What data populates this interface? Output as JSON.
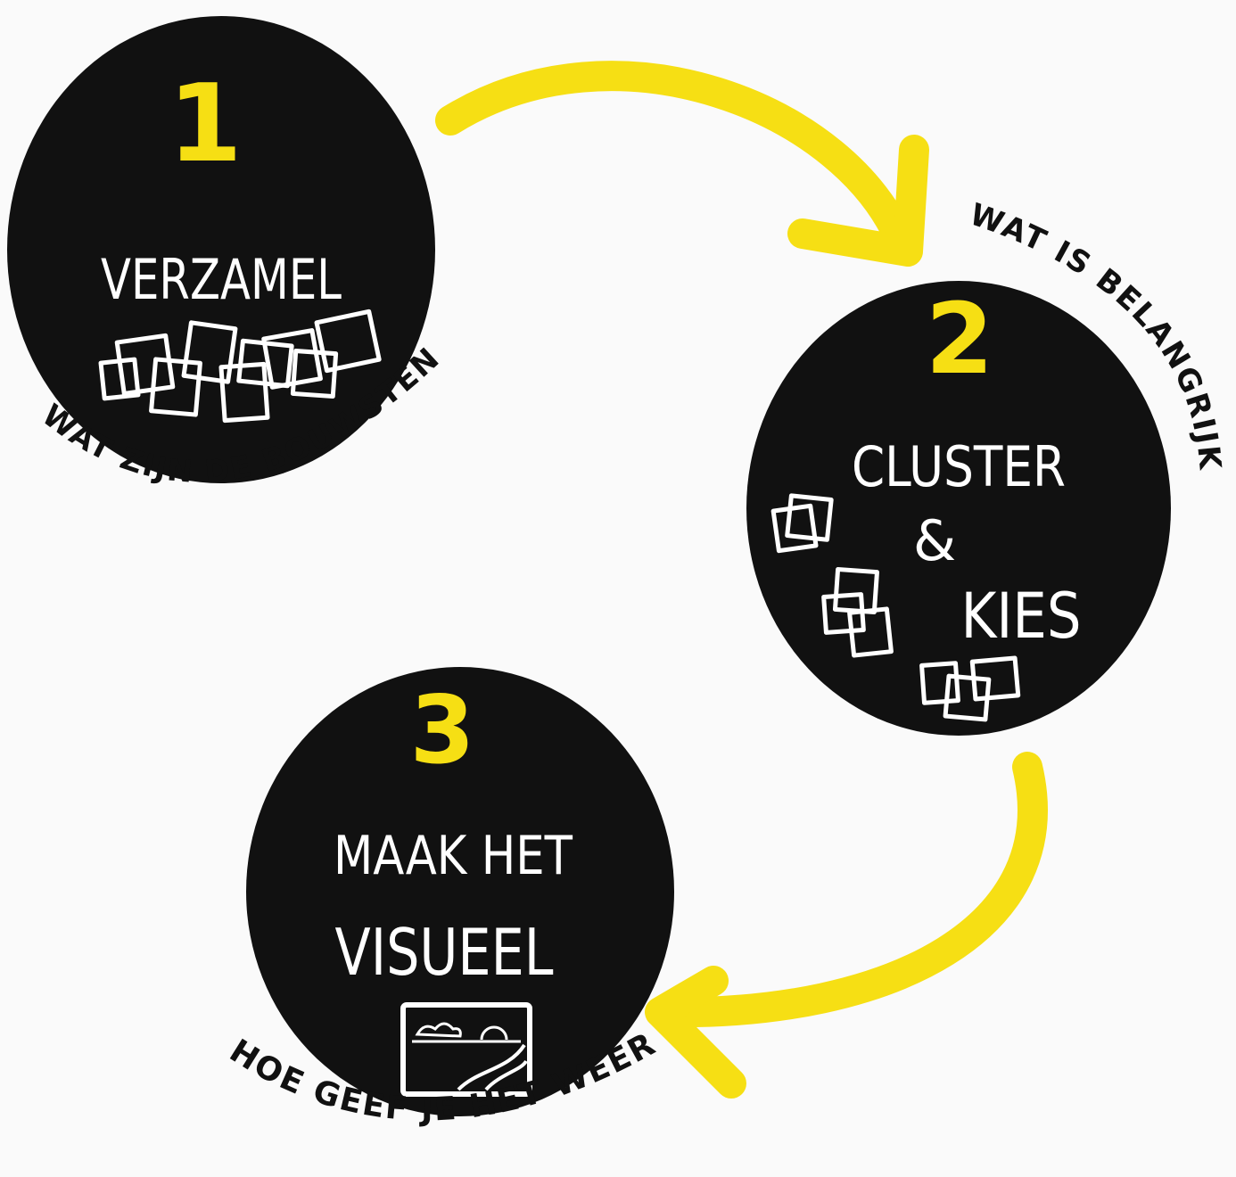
{
  "colors": {
    "background": "#fafafa",
    "circle": "#111111",
    "accent": "#f6df14",
    "text_on_circle": "#ffffff",
    "question_text": "#111111"
  },
  "steps": [
    {
      "number": "1",
      "title_lines": [
        "VERZAMEL"
      ],
      "question": "WAT ZIJN DE BOUWSTENEN?",
      "icon": "scattered-cards-icon"
    },
    {
      "number": "2",
      "title_lines": [
        "CLUSTER",
        "&",
        "KIES"
      ],
      "question": "WAT IS BELANGRIJK?",
      "icon": "card-clusters-icon"
    },
    {
      "number": "3",
      "title_lines": [
        "MAAK HET",
        "VISUEEL"
      ],
      "question": "HOE GEEF JE HET WEER?",
      "icon": "landscape-picture-icon"
    }
  ],
  "arrows": [
    "arrow-step1-to-step2",
    "arrow-step2-to-step3"
  ]
}
